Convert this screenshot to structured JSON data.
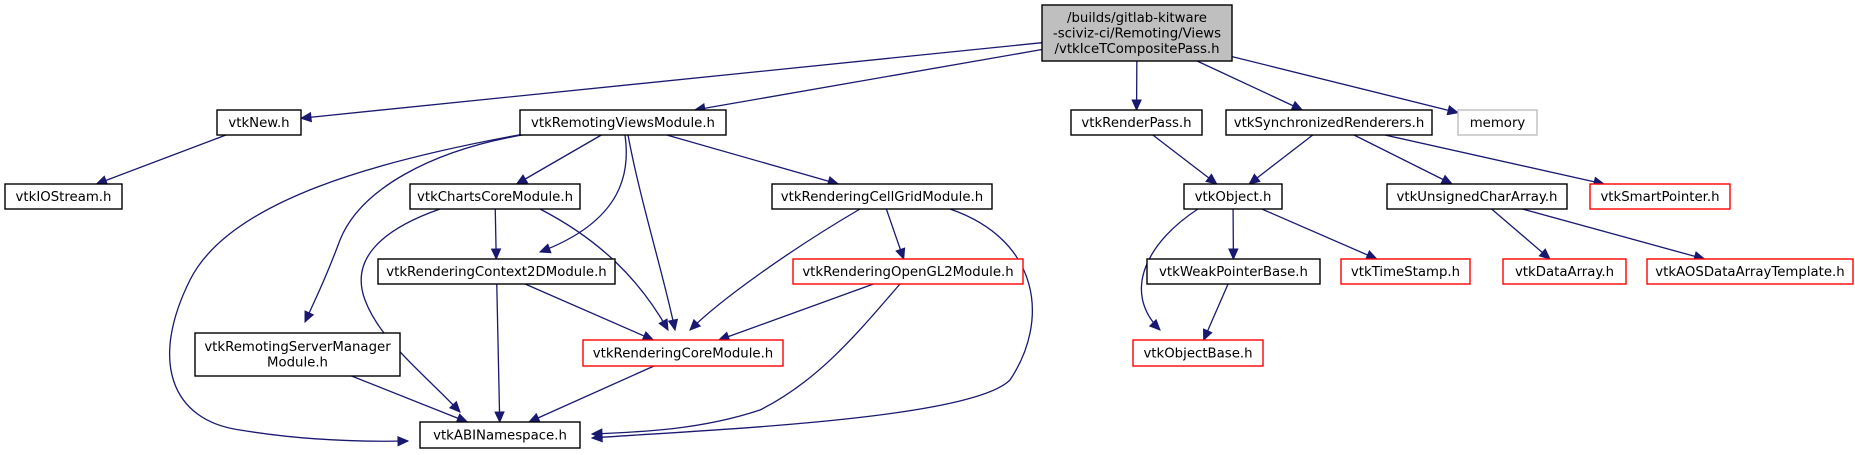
{
  "graph": {
    "title": "Include dependency graph for vtkIceTCompositePass.h",
    "edge_color": "#191970",
    "node_styles": {
      "root": {
        "fill": "#bfbfbf",
        "stroke": "#000000"
      },
      "normal": {
        "fill": "#ffffff",
        "stroke": "#000000"
      },
      "truncated": {
        "fill": "#ffffff",
        "stroke": "#ff0000"
      },
      "external": {
        "fill": "#ffffff",
        "stroke": "#bfbfbf"
      }
    },
    "nodes": [
      {
        "id": "root",
        "lines": [
          "/builds/gitlab-kitware",
          "-sciviz-ci/Remoting/Views",
          "/vtkIceTCompositePass.h"
        ],
        "style": "root"
      },
      {
        "id": "vtkNew",
        "lines": [
          "vtkNew.h"
        ],
        "style": "normal"
      },
      {
        "id": "vtkIOStream",
        "lines": [
          "vtkIOStream.h"
        ],
        "style": "normal"
      },
      {
        "id": "vtkRemotingViewsModule",
        "lines": [
          "vtkRemotingViewsModule.h"
        ],
        "style": "normal"
      },
      {
        "id": "vtkRenderPass",
        "lines": [
          "vtkRenderPass.h"
        ],
        "style": "normal"
      },
      {
        "id": "vtkSynchronizedRenderers",
        "lines": [
          "vtkSynchronizedRenderers.h"
        ],
        "style": "normal"
      },
      {
        "id": "memory",
        "lines": [
          "memory"
        ],
        "style": "external"
      },
      {
        "id": "vtkChartsCoreModule",
        "lines": [
          "vtkChartsCoreModule.h"
        ],
        "style": "normal"
      },
      {
        "id": "vtkRenderingCellGridModule",
        "lines": [
          "vtkRenderingCellGridModule.h"
        ],
        "style": "normal"
      },
      {
        "id": "vtkObject",
        "lines": [
          "vtkObject.h"
        ],
        "style": "normal"
      },
      {
        "id": "vtkUnsignedCharArray",
        "lines": [
          "vtkUnsignedCharArray.h"
        ],
        "style": "normal"
      },
      {
        "id": "vtkSmartPointer",
        "lines": [
          "vtkSmartPointer.h"
        ],
        "style": "truncated"
      },
      {
        "id": "vtkRenderingContext2DModule",
        "lines": [
          "vtkRenderingContext2DModule.h"
        ],
        "style": "normal"
      },
      {
        "id": "vtkRenderingOpenGL2Module",
        "lines": [
          "vtkRenderingOpenGL2Module.h"
        ],
        "style": "truncated"
      },
      {
        "id": "vtkWeakPointerBase",
        "lines": [
          "vtkWeakPointerBase.h"
        ],
        "style": "normal"
      },
      {
        "id": "vtkTimeStamp",
        "lines": [
          "vtkTimeStamp.h"
        ],
        "style": "truncated"
      },
      {
        "id": "vtkDataArray",
        "lines": [
          "vtkDataArray.h"
        ],
        "style": "truncated"
      },
      {
        "id": "vtkAOSDataArrayTemplate",
        "lines": [
          "vtkAOSDataArrayTemplate.h"
        ],
        "style": "truncated"
      },
      {
        "id": "vtkRemotingServerManagerModule",
        "lines": [
          "vtkRemotingServerManager",
          "Module.h"
        ],
        "style": "normal"
      },
      {
        "id": "vtkRenderingCoreModule",
        "lines": [
          "vtkRenderingCoreModule.h"
        ],
        "style": "truncated"
      },
      {
        "id": "vtkObjectBase",
        "lines": [
          "vtkObjectBase.h"
        ],
        "style": "truncated"
      },
      {
        "id": "vtkABINamespace",
        "lines": [
          "vtkABINamespace.h"
        ],
        "style": "normal"
      }
    ],
    "edges": [
      {
        "from": "root",
        "to": "vtkNew"
      },
      {
        "from": "root",
        "to": "vtkRemotingViewsModule"
      },
      {
        "from": "root",
        "to": "vtkRenderPass"
      },
      {
        "from": "root",
        "to": "vtkSynchronizedRenderers"
      },
      {
        "from": "root",
        "to": "memory"
      },
      {
        "from": "vtkNew",
        "to": "vtkIOStream"
      },
      {
        "from": "vtkRemotingViewsModule",
        "to": "vtkChartsCoreModule"
      },
      {
        "from": "vtkRemotingViewsModule",
        "to": "vtkRenderingCellGridModule"
      },
      {
        "from": "vtkRemotingViewsModule",
        "to": "vtkRenderingContext2DModule"
      },
      {
        "from": "vtkRemotingViewsModule",
        "to": "vtkRenderingCoreModule"
      },
      {
        "from": "vtkRemotingViewsModule",
        "to": "vtkRemotingServerManagerModule"
      },
      {
        "from": "vtkRemotingViewsModule",
        "to": "vtkABINamespace"
      },
      {
        "from": "vtkChartsCoreModule",
        "to": "vtkRenderingContext2DModule"
      },
      {
        "from": "vtkChartsCoreModule",
        "to": "vtkRenderingCoreModule"
      },
      {
        "from": "vtkChartsCoreModule",
        "to": "vtkABINamespace"
      },
      {
        "from": "vtkRenderingContext2DModule",
        "to": "vtkRenderingCoreModule"
      },
      {
        "from": "vtkRenderingContext2DModule",
        "to": "vtkABINamespace"
      },
      {
        "from": "vtkRenderingCellGridModule",
        "to": "vtkRenderingOpenGL2Module"
      },
      {
        "from": "vtkRenderingCellGridModule",
        "to": "vtkRenderingCoreModule"
      },
      {
        "from": "vtkRenderingCellGridModule",
        "to": "vtkABINamespace"
      },
      {
        "from": "vtkRenderingOpenGL2Module",
        "to": "vtkRenderingCoreModule"
      },
      {
        "from": "vtkRenderingOpenGL2Module",
        "to": "vtkABINamespace"
      },
      {
        "from": "vtkRenderingCoreModule",
        "to": "vtkABINamespace"
      },
      {
        "from": "vtkRemotingServerManagerModule",
        "to": "vtkABINamespace"
      },
      {
        "from": "vtkRenderPass",
        "to": "vtkObject"
      },
      {
        "from": "vtkSynchronizedRenderers",
        "to": "vtkObject"
      },
      {
        "from": "vtkSynchronizedRenderers",
        "to": "vtkUnsignedCharArray"
      },
      {
        "from": "vtkSynchronizedRenderers",
        "to": "vtkSmartPointer"
      },
      {
        "from": "vtkObject",
        "to": "vtkWeakPointerBase"
      },
      {
        "from": "vtkObject",
        "to": "vtkTimeStamp"
      },
      {
        "from": "vtkObject",
        "to": "vtkObjectBase"
      },
      {
        "from": "vtkWeakPointerBase",
        "to": "vtkObjectBase"
      },
      {
        "from": "vtkUnsignedCharArray",
        "to": "vtkDataArray"
      },
      {
        "from": "vtkUnsignedCharArray",
        "to": "vtkAOSDataArrayTemplate"
      }
    ]
  }
}
